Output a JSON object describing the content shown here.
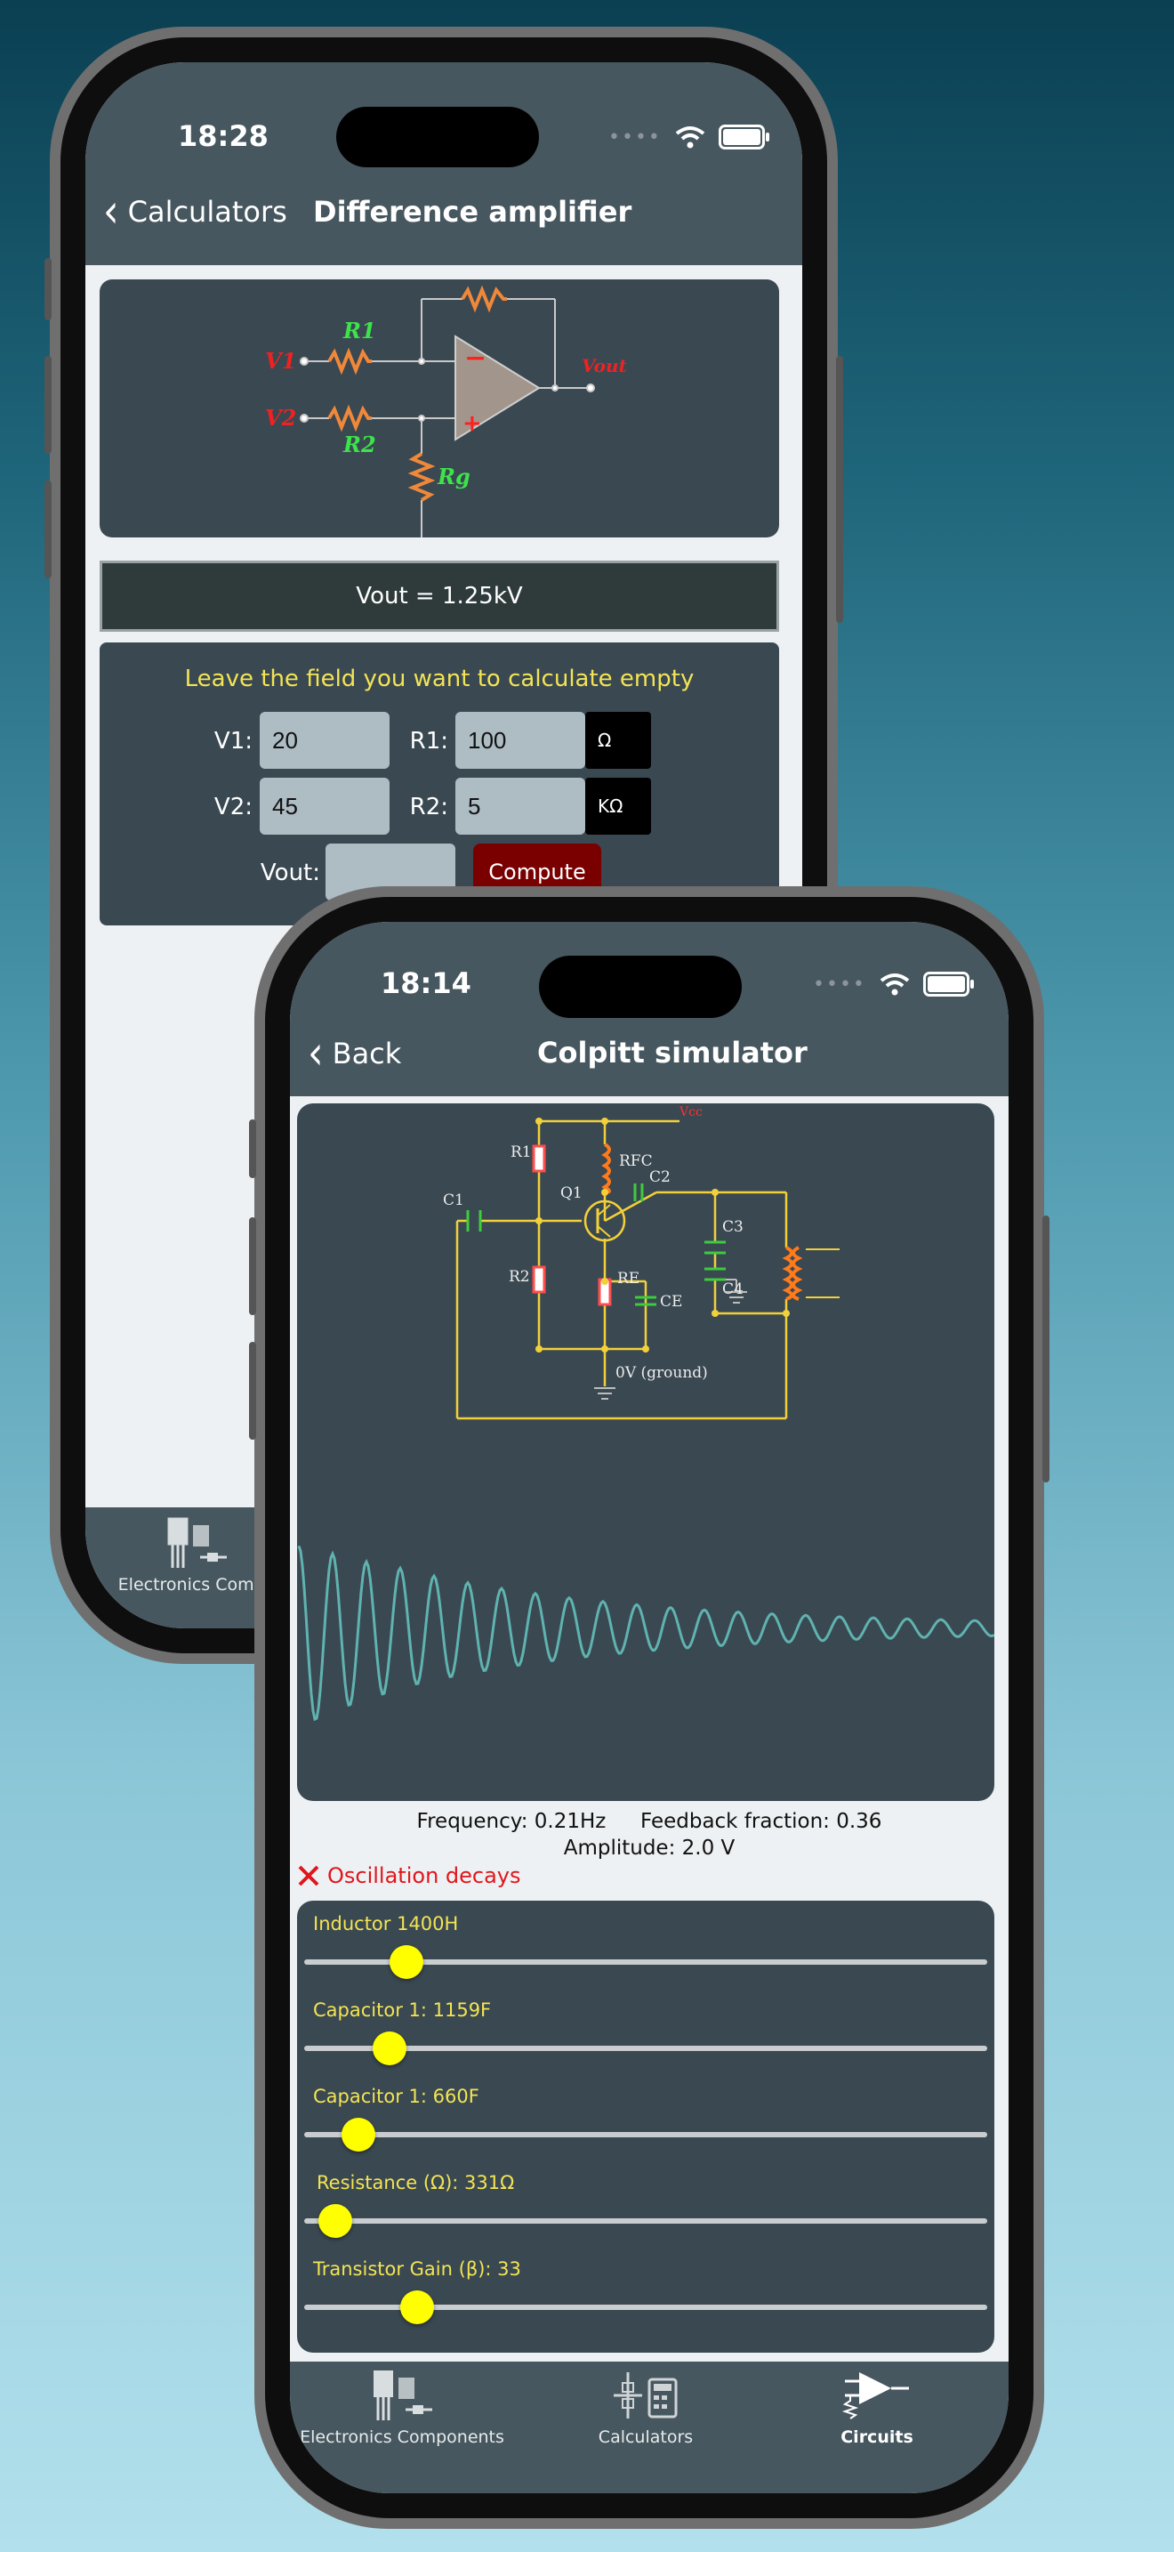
{
  "phone1": {
    "status_time": "18:28",
    "back_label": "Calculators",
    "title": "Difference amplifier",
    "schematic": {
      "v1": "V1",
      "v2": "V2",
      "r1": "R1",
      "r2": "R2",
      "rg": "Rg",
      "vout": "Vout"
    },
    "result": "Vout = 1.25kV",
    "hint": "Leave the field you want to calculate empty",
    "fields": {
      "v1_label": "V1:",
      "v1_value": "20",
      "r1_label": "R1:",
      "r1_value": "100",
      "r1_unit": "Ω",
      "v2_label": "V2:",
      "v2_value": "45",
      "r2_label": "R2:",
      "r2_value": "5",
      "r2_unit": "KΩ",
      "vout_label": "Vout:",
      "vout_value": ""
    },
    "compute_label": "Compute",
    "tab_partial": "Electronics Compo"
  },
  "phone2": {
    "status_time": "18:14",
    "back_label": "Back",
    "title": "Colpitt simulator",
    "schematic": {
      "vcc": "Vcc",
      "r1": "R1",
      "rfc": "RFC",
      "c2": "C2",
      "q1": "Q1",
      "c1": "C1",
      "c3": "C3",
      "c4": "C4",
      "r2": "R2",
      "re": "RE",
      "ce": "CE",
      "ground": "0V (ground)"
    },
    "waveform": {
      "type": "damped oscillation",
      "trend": "decaying"
    },
    "info": {
      "frequency": "Frequency: 0.21Hz",
      "feedback": "Feedback fraction: 0.36",
      "amplitude": "Amplitude: 2.0 V"
    },
    "warning": "Oscillation decays",
    "sliders": [
      {
        "label": "Inductor 1400H",
        "fraction": 0.15
      },
      {
        "label": "Capacitor 1:  1159F",
        "fraction": 0.125
      },
      {
        "label": "Capacitor 1:   660F",
        "fraction": 0.08
      },
      {
        "label": "Resistance (Ω):  331Ω",
        "fraction": 0.045
      },
      {
        "label": "Transistor Gain (β):  33",
        "fraction": 0.165
      }
    ],
    "tabs": [
      {
        "label": "Electronics Components",
        "icon": "components-icon"
      },
      {
        "label": "Calculators",
        "icon": "calculators-icon"
      },
      {
        "label": "Circuits",
        "icon": "circuits-icon",
        "active": true
      }
    ]
  }
}
